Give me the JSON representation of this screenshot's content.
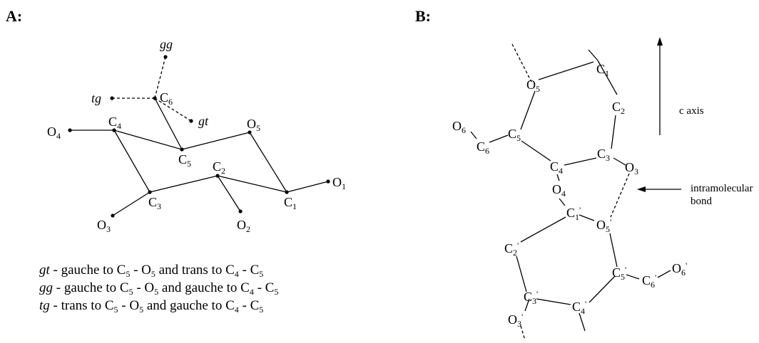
{
  "panels": {
    "a": {
      "label": "A:"
    },
    "b": {
      "label": "B:"
    }
  },
  "conformers": {
    "gg": "gg",
    "tg": "tg",
    "gt": "gt"
  },
  "atoms_a": {
    "C6": {
      "base": "C",
      "sub": "6"
    },
    "C4": {
      "base": "C",
      "sub": "4"
    },
    "O5": {
      "base": "O",
      "sub": "5"
    },
    "O4": {
      "base": "O",
      "sub": "4"
    },
    "C5": {
      "base": "C",
      "sub": "5"
    },
    "C2": {
      "base": "C",
      "sub": "2"
    },
    "O1": {
      "base": "O",
      "sub": "1"
    },
    "C3": {
      "base": "C",
      "sub": "3"
    },
    "C1": {
      "base": "C",
      "sub": "1"
    },
    "O3": {
      "base": "O",
      "sub": "3"
    },
    "O2": {
      "base": "O",
      "sub": "2"
    }
  },
  "legend": [
    {
      "key": "gt",
      "s1": " - gauche to C",
      "a": "5",
      "s2": " - O",
      "b": "5",
      "s3": " and trans to C",
      "c": "4",
      "s4": " - C",
      "d": "5"
    },
    {
      "key": "gg",
      "s1": " - gauche to C",
      "a": "5",
      "s2": " - O",
      "b": "5",
      "s3": " and gauche to C",
      "c": "4",
      "s4": " - C",
      "d": "5"
    },
    {
      "key": "tg",
      "s1": " - trans to C",
      "a": "5",
      "s2": " - O",
      "b": "5",
      "s3": " and gauche to C",
      "c": "4",
      "s4": " - C",
      "d": "5"
    }
  ],
  "atoms_b": {
    "O5": {
      "base": "O",
      "sub": "5"
    },
    "C1": {
      "base": "C",
      "sub": "1"
    },
    "C2": {
      "base": "C",
      "sub": "2"
    },
    "O6": {
      "base": "O",
      "sub": "6"
    },
    "C5": {
      "base": "C",
      "sub": "5"
    },
    "C6": {
      "base": "C",
      "sub": "6"
    },
    "C4": {
      "base": "C",
      "sub": "4"
    },
    "C3": {
      "base": "C",
      "sub": "3"
    },
    "O3": {
      "base": "O",
      "sub": "3"
    },
    "O4": {
      "base": "O",
      "sub": "4"
    },
    "C1p": {
      "base": "C",
      "sub": "1",
      "prime": "'"
    },
    "O5p": {
      "base": "O",
      "sub": "5",
      "prime": "'"
    },
    "C2p": {
      "base": "C",
      "sub": "2",
      "prime": "'"
    },
    "C5p": {
      "base": "C",
      "sub": "5",
      "prime": "'"
    },
    "C6p": {
      "base": "C",
      "sub": "6",
      "prime": "'"
    },
    "O6p": {
      "base": "O",
      "sub": "6",
      "prime": "'"
    },
    "C3p": {
      "base": "C",
      "sub": "3",
      "prime": "'"
    },
    "C4p": {
      "base": "C",
      "sub": "4",
      "prime": "'"
    },
    "O3p": {
      "base": "O",
      "sub": "3",
      "prime": "'"
    }
  },
  "annotations": {
    "c_axis": "c axis",
    "intramolecular_line1": "intramolecular",
    "intramolecular_line2": "bond"
  }
}
